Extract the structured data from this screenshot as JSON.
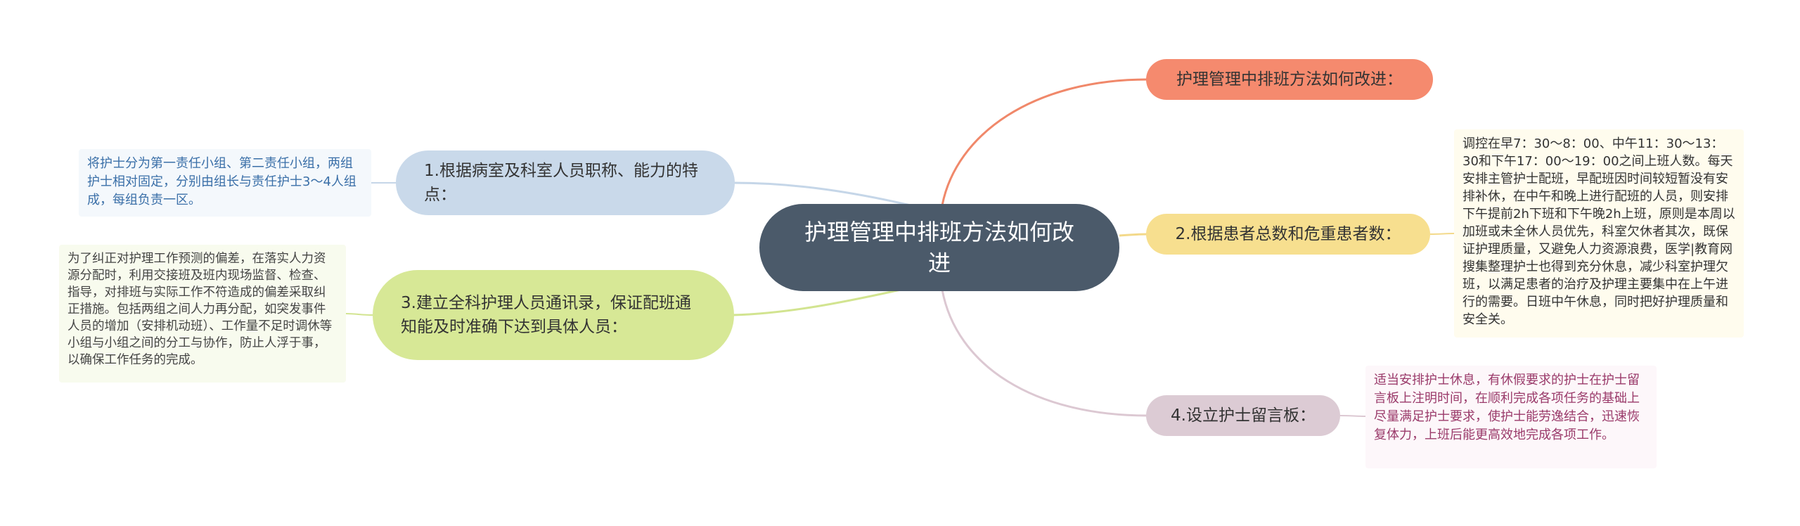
{
  "root": {
    "label": "护理管理中排班方法如何改进"
  },
  "branches": {
    "title": {
      "label": "护理管理中排班方法如何改进："
    },
    "b1": {
      "label": "1.根据病室及科室人员职称、能力的特点："
    },
    "b2": {
      "label": "2.根据患者总数和危重患者数："
    },
    "b3": {
      "label": "3.建立全科护理人员通讯录，保证配班通知能及时准确下达到具体人员："
    },
    "b4": {
      "label": "4.设立护士留言板："
    }
  },
  "notes": {
    "n1": "将护士分为第一责任小组、第二责任小组，两组护士相对固定，分别由组长与责任护士3～4人组成，每组负责一区。",
    "n2": "调控在早7：30～8：00、中午11：30～13：30和下午17：00～19：00之间上班人数。每天安排主管护士配班，早配班因时间较短暂没有安排补休，在中午和晚上进行配班的人员，则安排下午提前2h下班和下午晚2h上班，原则是本周以加班或未全休人员优先，科室欠休者其次，既保证护理质量，又避免人力资源浪费，医学|教育网搜集整理护士也得到充分休息，减少科室护理欠班，以满足患者的治疗及护理主要集中在上午进行的需要。日班中午休息，同时把好护理质量和安全关。",
    "n3": "为了纠正对护理工作预测的偏差，在落实人力资源分配时，利用交接班及班内现场监督、检查、指导，对排班与实际工作不符造成的偏差采取纠正措施。包括两组之间人力再分配，如突发事件人员的增加（安排机动班）、工作量不足时调休等小组与小组之间的分工与协作，防止人浮于事，以确保工作任务的完成。",
    "n4": "适当安排护士休息，有休假要求的护士在护士留言板上注明时间，在顺利完成各项任务的基础上尽量满足护士要求，使护士能劳逸结合，迅速恢复体力，上班后能更高效地完成各项工作。"
  },
  "colors": {
    "root": "#4b5a6a",
    "title": "#f58a6e",
    "b1": "#c9d9ea",
    "b2": "#f7df8f",
    "b3": "#d7e896",
    "b4": "#dccbd4"
  }
}
